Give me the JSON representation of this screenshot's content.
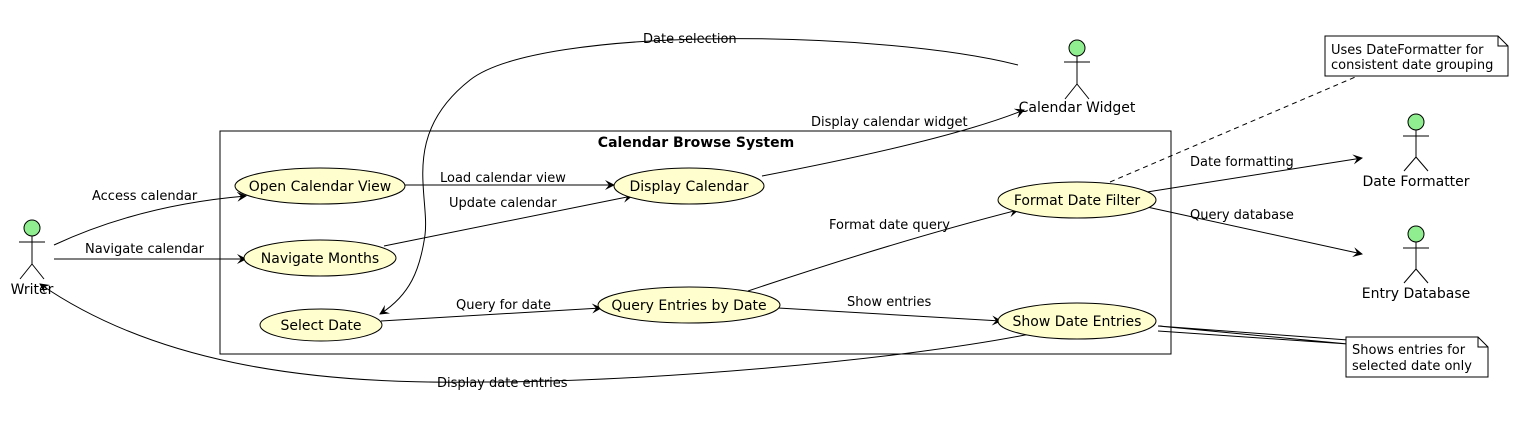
{
  "system": {
    "title": "Calendar Browse System"
  },
  "colors": {
    "use_case_fill": "#fefece",
    "actor_fill": "#90ee90",
    "note_fill": "#ffffff",
    "stroke": "#000000"
  },
  "actors": {
    "writer": "Writer",
    "calendar_widget": "Calendar Widget",
    "date_formatter": "Date Formatter",
    "entry_database": "Entry Database"
  },
  "use_cases": {
    "open_calendar_view": "Open Calendar View",
    "navigate_months": "Navigate Months",
    "select_date": "Select Date",
    "display_calendar": "Display Calendar",
    "query_entries_by_date": "Query Entries by Date",
    "format_date_filter": "Format Date Filter",
    "show_date_entries": "Show Date Entries"
  },
  "edges": {
    "access_calendar": "Access calendar",
    "navigate_calendar": "Navigate calendar",
    "load_calendar_view": "Load calendar view",
    "update_calendar": "Update calendar",
    "display_calendar_widget": "Display calendar widget",
    "date_selection": "Date selection",
    "query_for_date": "Query for date",
    "format_date_query": "Format date query",
    "show_entries": "Show entries",
    "date_formatting": "Date formatting",
    "query_database": "Query database",
    "display_date_entries": "Display date entries"
  },
  "notes": {
    "date_formatter_note": {
      "line1": "Uses DateFormatter for",
      "line2": "consistent date grouping"
    },
    "show_entries_note": {
      "line1": "Shows entries for",
      "line2": "selected date only"
    }
  }
}
